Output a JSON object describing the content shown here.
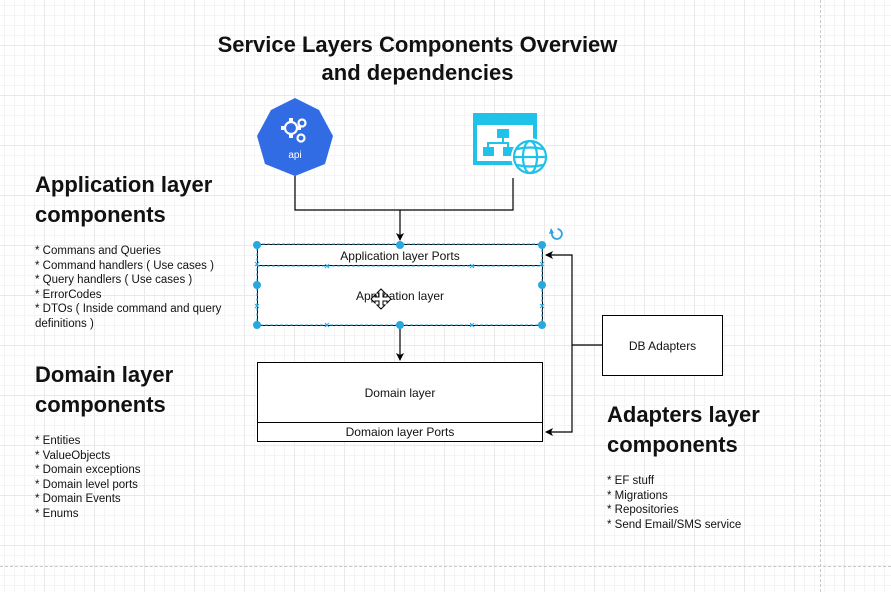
{
  "diagram": {
    "title_line1": "Service Layers Components Overview",
    "title_line2": "and dependencies",
    "api_icon_label": "api",
    "application_ports": "Application layer Ports",
    "application_layer": "Application layer",
    "domain_layer": "Domain layer",
    "domain_ports": "Domaion layer Ports",
    "db_adapters": "DB Adapters"
  },
  "sections": {
    "application": {
      "heading_line1": "Application layer",
      "heading_line2": "components",
      "items": [
        "* Commans and Queries",
        "* Command handlers ( Use cases )",
        "* Query handlers ( Use cases )",
        "* ErrorCodes",
        "* DTOs ( Inside command and query definitions )"
      ]
    },
    "domain": {
      "heading_line1": "Domain layer",
      "heading_line2": "components",
      "items": [
        "* Entities",
        "* ValueObjects",
        "* Domain exceptions",
        "* Domain level ports",
        "* Domain Events",
        "* Enums"
      ]
    },
    "adapters": {
      "heading_line1": "Adapters layer",
      "heading_line2": "components",
      "items": [
        "* EF stuff",
        "* Migrations",
        "* Repositories",
        "* Send Email/SMS service"
      ]
    }
  },
  "colors": {
    "api_blue": "#326CE5",
    "web_cyan": "#1FC2E8",
    "selection_blue": "#29A8E0",
    "connector": "#000000"
  }
}
